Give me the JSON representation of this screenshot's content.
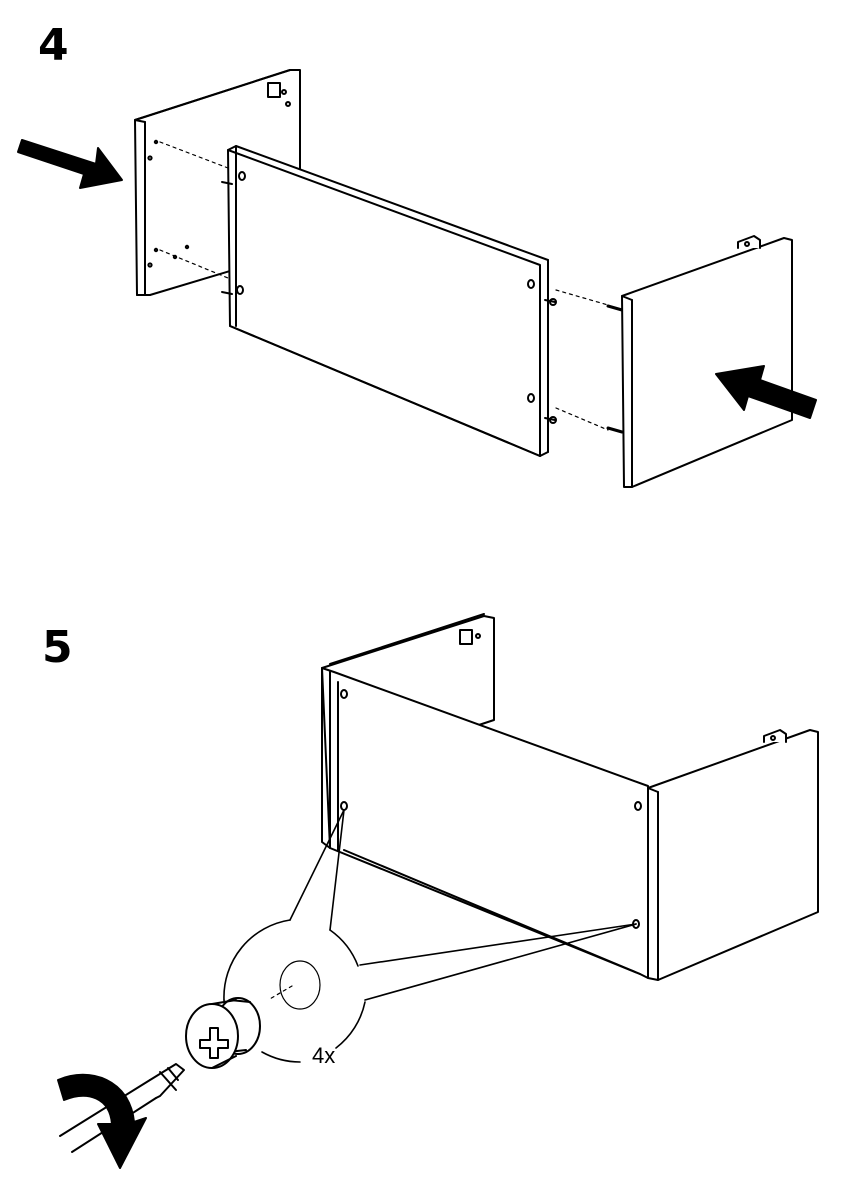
{
  "steps": [
    {
      "number": "4"
    },
    {
      "number": "5",
      "quantity_label": "4x"
    }
  ],
  "icons": {
    "step4": [
      "push-arrow-icon",
      "push-arrow-icon",
      "panel",
      "cam-lock-dowel"
    ],
    "step5": [
      "cam-lock-icon",
      "screwdriver-icon",
      "rotate-clockwise-icon"
    ]
  },
  "colors": {
    "line": "#000000",
    "fill": "#ffffff"
  }
}
